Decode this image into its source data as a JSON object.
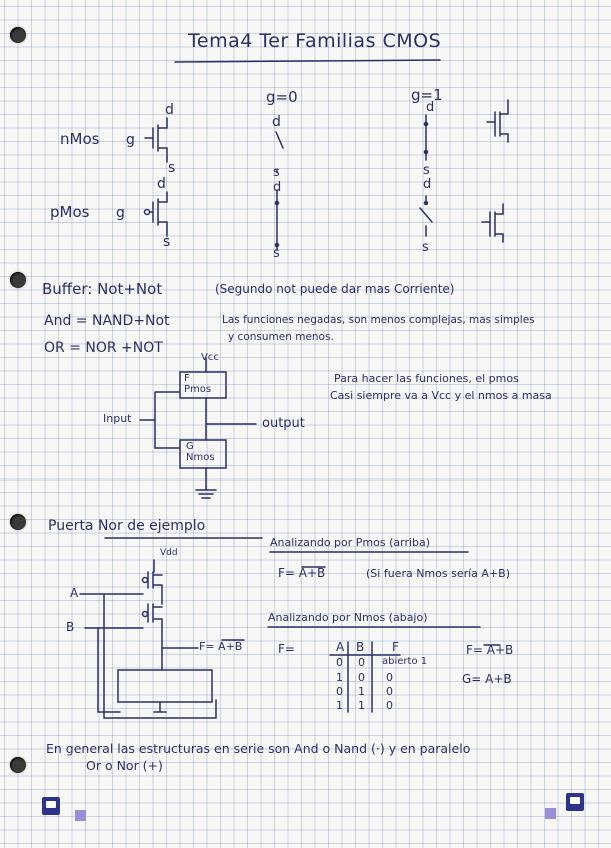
{
  "title": "Tema4 Ter Familias CMOS",
  "header": {
    "g0": "g=0",
    "g1": "g=1"
  },
  "transistors": {
    "nmos": "nMos",
    "pmos": "pMos",
    "g": "g",
    "d": "d",
    "s": "s"
  },
  "rules": {
    "buffer": "Buffer: Not+Not",
    "buffer_note": "(Segundo not puede dar mas Corriente)",
    "and": "And = NAND+Not",
    "or": "OR = NOR +NOT",
    "note": "Las funciones negadas, son menos complejas, mas simples",
    "note2": "y consumen menos."
  },
  "inverter": {
    "vcc": "Vcc",
    "pmos": "F\nPmos",
    "nmos": "G\nNmos",
    "input": "Input",
    "output": "output",
    "note_line1": "Para hacer las funciones, el pmos",
    "note_line2": "Casi siempre va a Vcc y el nmos a masa"
  },
  "example": {
    "title": "Puerta Nor de ejemplo",
    "vdd": "Vdd",
    "a": "A",
    "b": "B",
    "f_out": "F= A+B",
    "analysis_pmos": "Analizando por Pmos (arriba)",
    "f_expr": "F= A+B",
    "f_note": "(Si fuera Nmos sería A+B)",
    "analysis_nmos": "Analizando por Nmos (abajo)",
    "f_label": "F=",
    "table_headers": [
      "A",
      "B",
      "F"
    ],
    "table_rows": [
      [
        "0",
        "0",
        "abierto 1"
      ],
      [
        "1",
        "0",
        "0"
      ],
      [
        "0",
        "1",
        "0"
      ],
      [
        "1",
        "1",
        "0"
      ]
    ],
    "side_f": "F= A+B",
    "side_g": "G= A+B"
  },
  "footer": {
    "line1": "En general las estructuras en serie son  And o Nand (·)    y en paralelo",
    "line2": "Or o Nor (+)"
  },
  "colors": {
    "ink": "#2c2f66",
    "grid": "#9aa7cf",
    "brand": "#2b3488",
    "accent": "#9a8ed6"
  }
}
